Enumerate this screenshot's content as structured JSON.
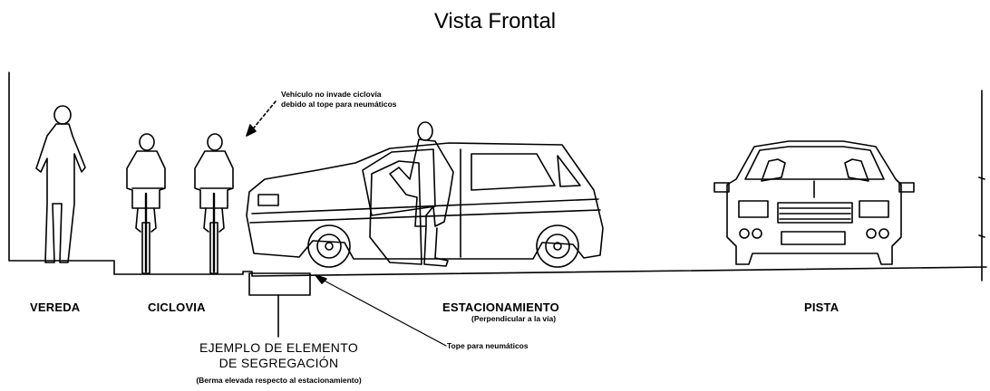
{
  "title": "Vista Frontal",
  "zones": {
    "vereda": "VEREDA",
    "ciclovia": "CICLOVIA",
    "estacionamiento": "ESTACIONAMIENTO",
    "estacionamiento_note": "(Perpendicular a la vía)",
    "pista": "PISTA"
  },
  "annotations": {
    "vehicle_note_line1": "Vehículo no invade ciclovía",
    "vehicle_note_line2": "debido al tope para neumáticos",
    "tope": "Tope para neumáticos",
    "element_line1": "EJEMPLO DE ELEMENTO",
    "element_line2": "DE SEGREGACIÓN",
    "element_note": "(Berma elevada respecto al estacionamiento)"
  },
  "colors": {
    "ink": "#000000",
    "background": "#ffffff"
  }
}
